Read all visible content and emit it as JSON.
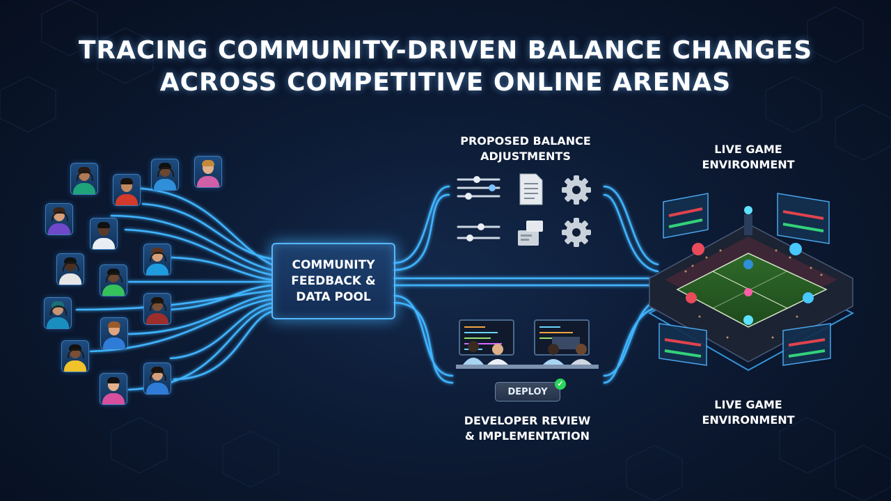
{
  "title_lines": [
    "TRACING COMMUNITY-DRIVEN BALANCE CHANGES",
    "ACROSS COMPETITIVE ONLINE ARENAS"
  ],
  "nodes": {
    "pool": "COMMUNITY\nFEEDBACK &\nDATA POOL",
    "proposed": "PROPOSED BALANCE\nADJUSTMENTS",
    "developer": "DEVELOPER REVIEW\n& IMPLEMENTATION",
    "live_top": "LIVE GAME\nENVIRONMENT",
    "live_bottom": "LIVE GAME\nENVIRONMENT"
  },
  "deploy_button": "DEPLOY",
  "colors": {
    "flow": "#3fb4ff",
    "flow_glow": "#1e7fd6",
    "accent_green": "#2bd45c",
    "panel_red": "#e0434d",
    "panel_green": "#34d17a"
  },
  "icons": [
    "slider-icon",
    "document-icon",
    "gear-icon",
    "stamp-icon",
    "developer-workstation-icon",
    "arena-icon",
    "player-avatar-icon"
  ]
}
